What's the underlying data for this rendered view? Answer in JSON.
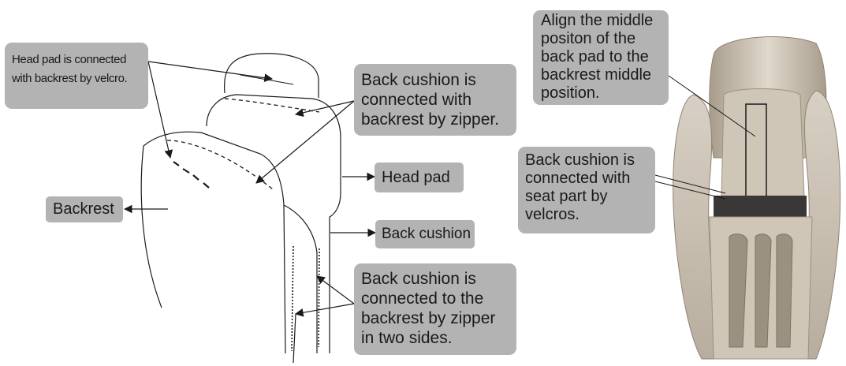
{
  "callouts": {
    "headpad_velcro": "Head pad is connected\nwith backrest by velcro.",
    "back_cushion_zipper": "Back cushion is\nconnected with\nbackrest by zipper.",
    "back_cushion_two_sides": "Back cushion is\nconnected to the\nbackrest by zipper\nin two sides.",
    "align_middle": "Align the middle\npositon  of  the\nback pad to the\nbackrest middle\nposition.",
    "seat_velcros": "Back cushion is\nconnected with\nseat part by\nvelcros."
  },
  "labels": {
    "head_pad": "Head pad",
    "backrest": "Backrest",
    "back_cushion": "Back cushion"
  },
  "colors": {
    "callout_bg": "#b3b3b3",
    "line": "#1a1a1a",
    "chair_upholstery": "#cfc6b8",
    "chair_shadow": "#9c9080",
    "chair_dark": "#3a3836"
  }
}
